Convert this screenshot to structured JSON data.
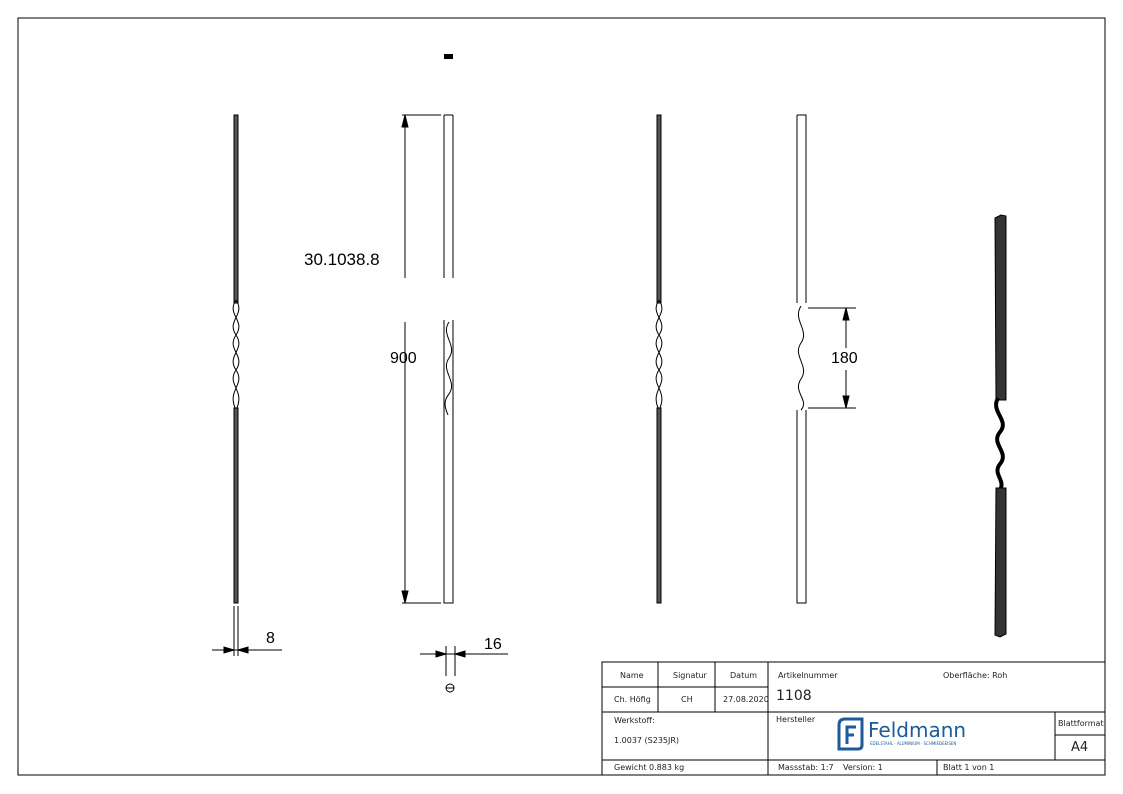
{
  "drawing": {
    "dimensions": {
      "overall_length": "30.1038.8",
      "length": "900",
      "twist_length": "180",
      "thickness": "8",
      "width": "16"
    }
  },
  "title_block": {
    "name_label": "Name",
    "signature_label": "Signatur",
    "date_label": "Datum",
    "name_value": "Ch. Höfig",
    "signature_value": "CH",
    "date_value": "27.08.2020",
    "article_label": "Artikelnummer",
    "article_value": "1108",
    "surface": "Oberfläche:  Roh",
    "material_label": "Werkstoff:",
    "material_value": "1.0037 (S235JR)",
    "manufacturer_label": "Hersteller",
    "logo_text": "Feldmann",
    "logo_tagline": "EDELSTAHL · ALUMINIUM · SCHMIEDEEISEN",
    "format_label": "Blattformat",
    "format_value": "A4",
    "weight": "Gewicht 0.883 kg",
    "scale": "Massstab: 1:7",
    "version": "Version: 1",
    "sheet": "Blatt 1 von 1"
  },
  "colors": {
    "logo": "#1d5a9a",
    "lines": "#000000"
  }
}
